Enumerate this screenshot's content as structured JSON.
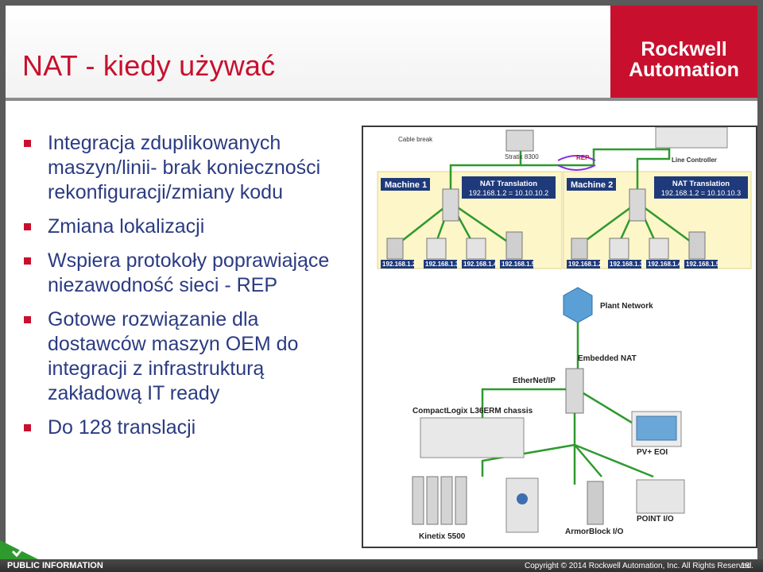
{
  "slide": {
    "title": "NAT - kiedy używać",
    "logo_line1": "Rockwell",
    "logo_line2": "Automation",
    "bullets": [
      "Integracja zduplikowanych maszyn/linii- brak konieczności rekonfiguracji/zmiany kodu",
      "Zmiana lokalizacji",
      "Wspiera protokoły poprawiające niezawodność sieci - REP",
      "Gotowe rozwiązanie dla dostawców maszyn OEM do integracji z infrastrukturą zakładową IT ready",
      "Do 128 translacji"
    ]
  },
  "diagram": {
    "cable_break": "Cable break",
    "stratix": "Stratix 8300",
    "rep": "REP",
    "line_controller": "Line Controller",
    "machine1": {
      "label": "Machine 1",
      "nat_title": "NAT Translation",
      "nat_map": "192.168.1.2 = 10.10.10.2",
      "ips": [
        "192.168.1.2",
        "192.168.1.3",
        "192.168.1.4",
        "192.168.1.5"
      ]
    },
    "machine2": {
      "label": "Machine 2",
      "nat_title": "NAT Translation",
      "nat_map": "192.168.1.2 = 10.10.10.3",
      "ips": [
        "192.168.1.2",
        "192.168.1.3",
        "192.168.1.4",
        "192.168.1.5"
      ]
    },
    "plant_network": "Plant Network",
    "embedded_nat": "Embedded NAT",
    "ethernet_ip": "EtherNet/IP",
    "compactlogix": "CompactLogix L36ERM chassis",
    "pv_eoi": "PV+ EOI",
    "point_io": "POINT I/O",
    "armorblock": "ArmorBlock I/O",
    "kinetix": "Kinetix 5500"
  },
  "footer": {
    "classification": "PUBLIC INFORMATION",
    "copyright": "Copyright © 2014 Rockwell Automation, Inc. All Rights Reserved.",
    "page": "18"
  },
  "colors": {
    "accent_red": "#c8102e",
    "bullet_text": "#2b3b82",
    "machine_zone": "#fdf6c8",
    "green_link": "#2e9a2e",
    "label_navy": "#1f3a7a"
  }
}
